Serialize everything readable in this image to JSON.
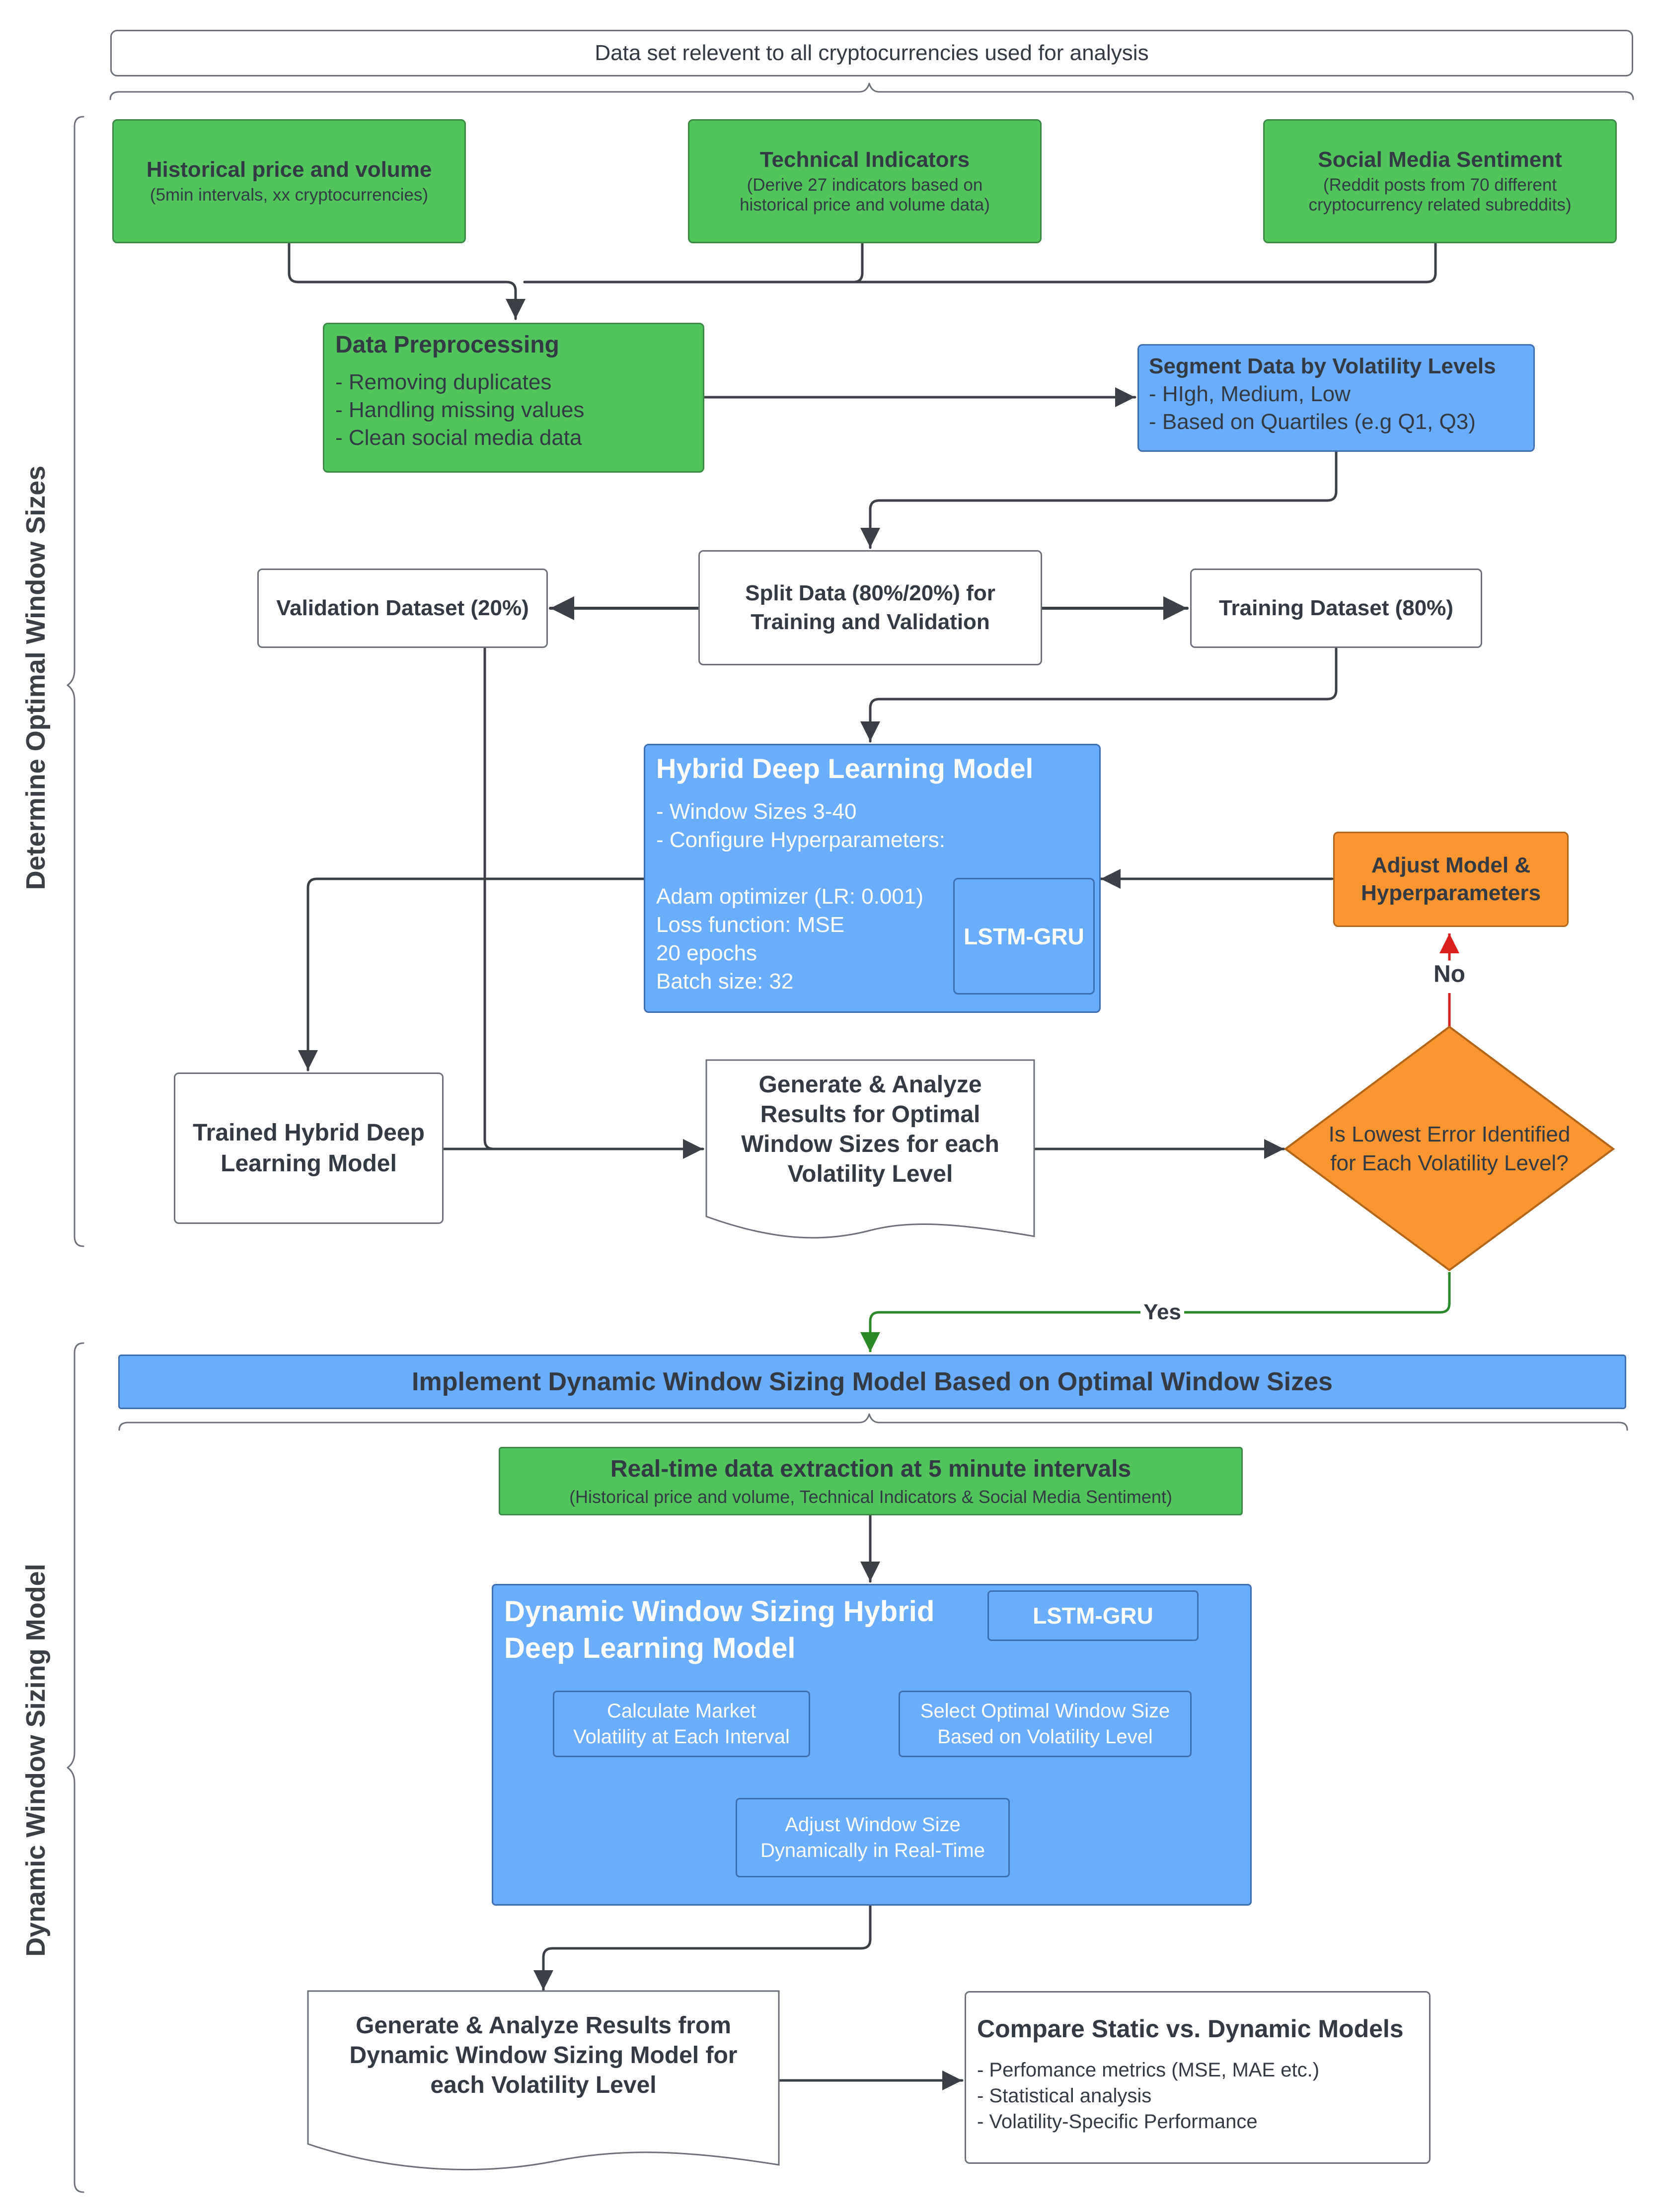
{
  "header": "Data set relevent to all cryptocurrencies used for analysis",
  "side_labels": {
    "top": "Determine Optimal Window Sizes",
    "bottom": "Dynamic Window Sizing Model"
  },
  "sources": {
    "historical": {
      "title": "Historical price and volume",
      "sub": "(5min intervals, xx cryptocurrencies)"
    },
    "technical": {
      "title": "Technical Indicators",
      "sub1": "(Derive 27 indicators based on",
      "sub2": "historical price and volume data)"
    },
    "social": {
      "title": "Social Media Sentiment",
      "sub1": "(Reddit posts from 70 different",
      "sub2": "cryptocurrency related subreddits)"
    }
  },
  "preprocessing": {
    "title": "Data Preprocessing",
    "items": [
      "- Removing duplicates",
      "- Handling missing values",
      "- Clean social media data"
    ]
  },
  "segment": {
    "title": "Segment Data by Volatility Levels",
    "items": [
      "- HIgh, Medium, Low",
      "- Based on Quartiles (e.g Q1, Q3)"
    ]
  },
  "split": {
    "line1": "Split Data (80%/20%) for",
    "line2": "Training and Validation"
  },
  "validation": "Validation Dataset (20%)",
  "training": "Training Dataset (80%)",
  "hybrid": {
    "title": "Hybrid Deep Learning Model",
    "items": [
      "- Window Sizes 3-40",
      "- Configure Hyperparameters:"
    ],
    "params": [
      "Adam optimizer (LR: 0.001)",
      "Loss function: MSE",
      "20 epochs",
      "Batch size: 32"
    ],
    "inner": "LSTM-GRU"
  },
  "adjust": {
    "line1": "Adjust Model &",
    "line2": "Hyperparameters"
  },
  "no_label": "No",
  "yes_label": "Yes",
  "trained": {
    "line1": "Trained Hybrid Deep",
    "line2": "Learning Model"
  },
  "generate1": {
    "lines": [
      "Generate & Analyze",
      "Results for Optimal",
      "Window Sizes for each",
      "Volatility Level"
    ]
  },
  "decision": {
    "line1": "Is Lowest Error Identified",
    "line2": "for Each Volatility Level?"
  },
  "implement": "Implement Dynamic Window Sizing Model Based on Optimal Window Sizes",
  "realtime": {
    "title": "Real-time data extraction at 5 minute intervals",
    "sub": "(Historical price and volume, Technical Indicators & Social Media Sentiment)"
  },
  "dynamic": {
    "title1": "Dynamic Window Sizing Hybrid",
    "title2": "Deep Learning Model",
    "inner": "LSTM-GRU",
    "calc": [
      "Calculate Market",
      "Volatility at Each Interval"
    ],
    "select": [
      "Select Optimal Window Size",
      "Based on Volatility Level"
    ],
    "adjust": [
      "Adjust Window Size",
      "Dynamically in Real-Time"
    ]
  },
  "generate2": {
    "lines": [
      "Generate & Analyze Results from",
      "Dynamic Window Sizing Model for",
      "each Volatility Level"
    ]
  },
  "compare": {
    "title": "Compare Static vs. Dynamic Models",
    "items": [
      "- Perfomance metrics (MSE, MAE etc.)",
      "- Statistical analysis",
      "- Volatility-Specific Performance"
    ]
  },
  "colors": {
    "green": "#52c45c",
    "blue": "#6aadfc",
    "orange": "#fa9530",
    "arrow": "#3b3f46",
    "no_arrow": "#d9201c",
    "yes_arrow": "#2a8a2a"
  }
}
